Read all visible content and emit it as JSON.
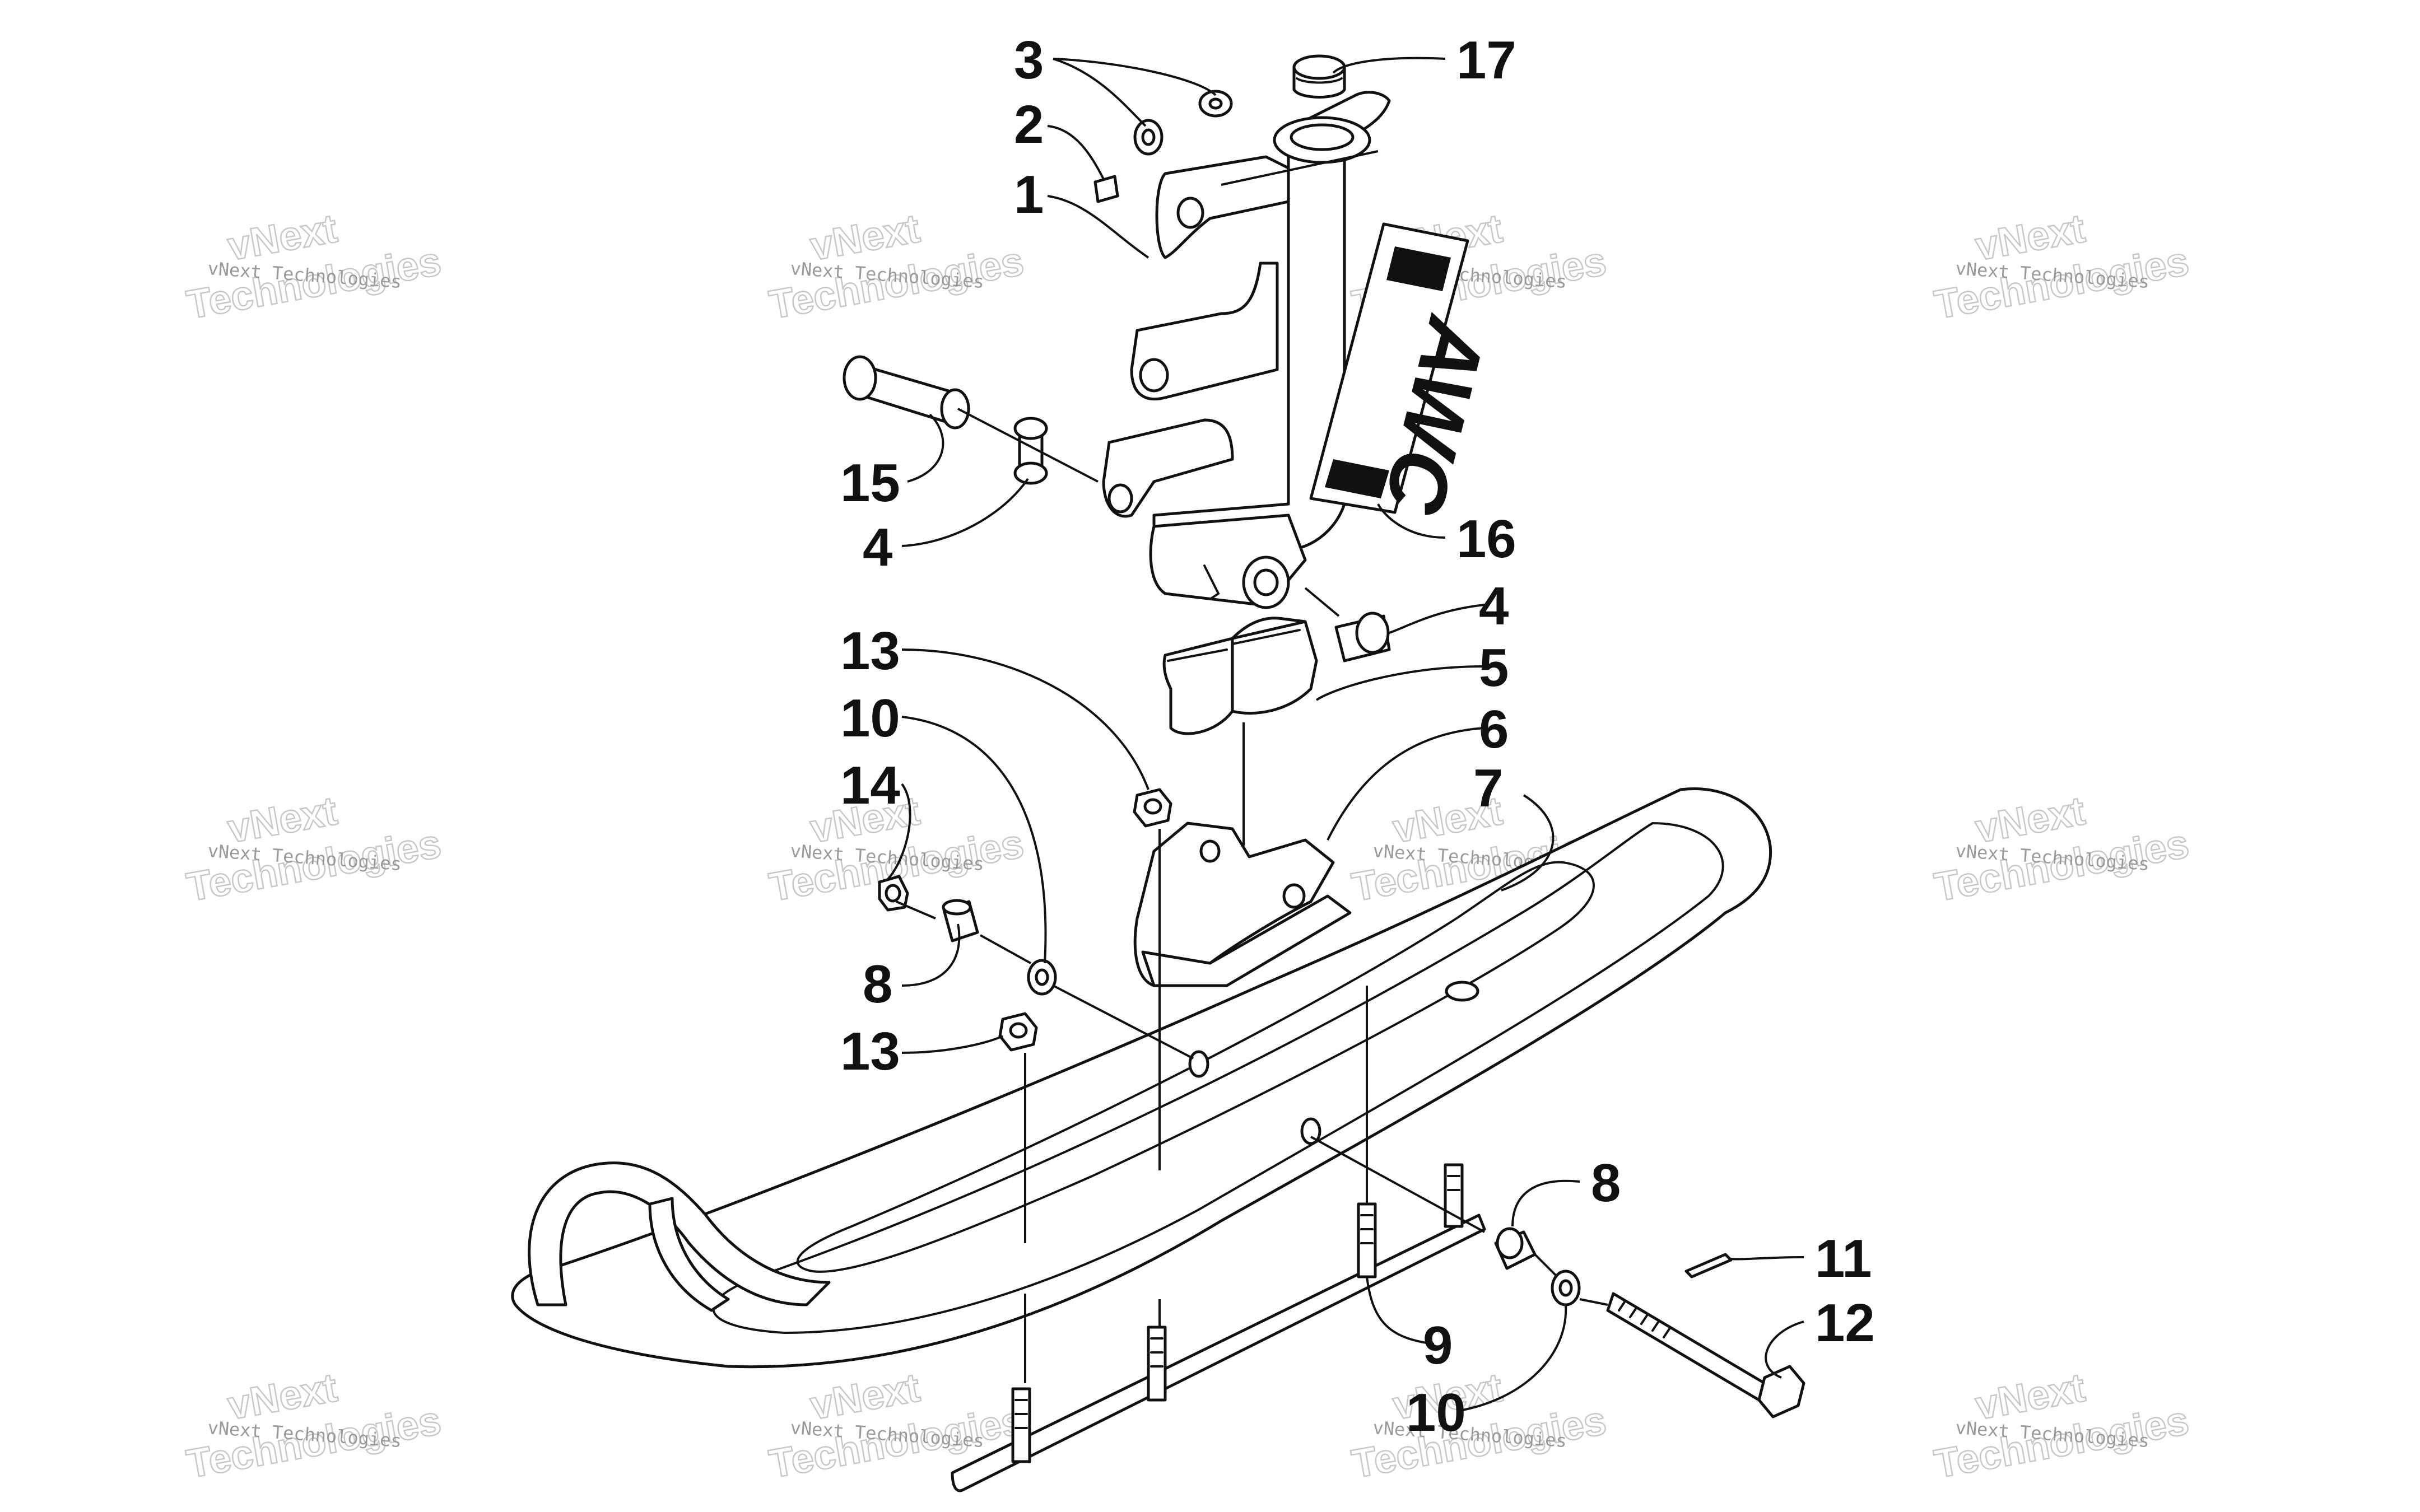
{
  "watermark": {
    "label": "vNext Technologies",
    "big_top": "vNext",
    "big_bottom": "Technologies"
  },
  "decal_text": "AWC",
  "callouts": [
    "3",
    "17",
    "2",
    "1",
    "15",
    "4",
    "16",
    "4",
    "13",
    "5",
    "10",
    "6",
    "14",
    "7",
    "8",
    "13",
    "8",
    "11",
    "12",
    "9",
    "10"
  ]
}
